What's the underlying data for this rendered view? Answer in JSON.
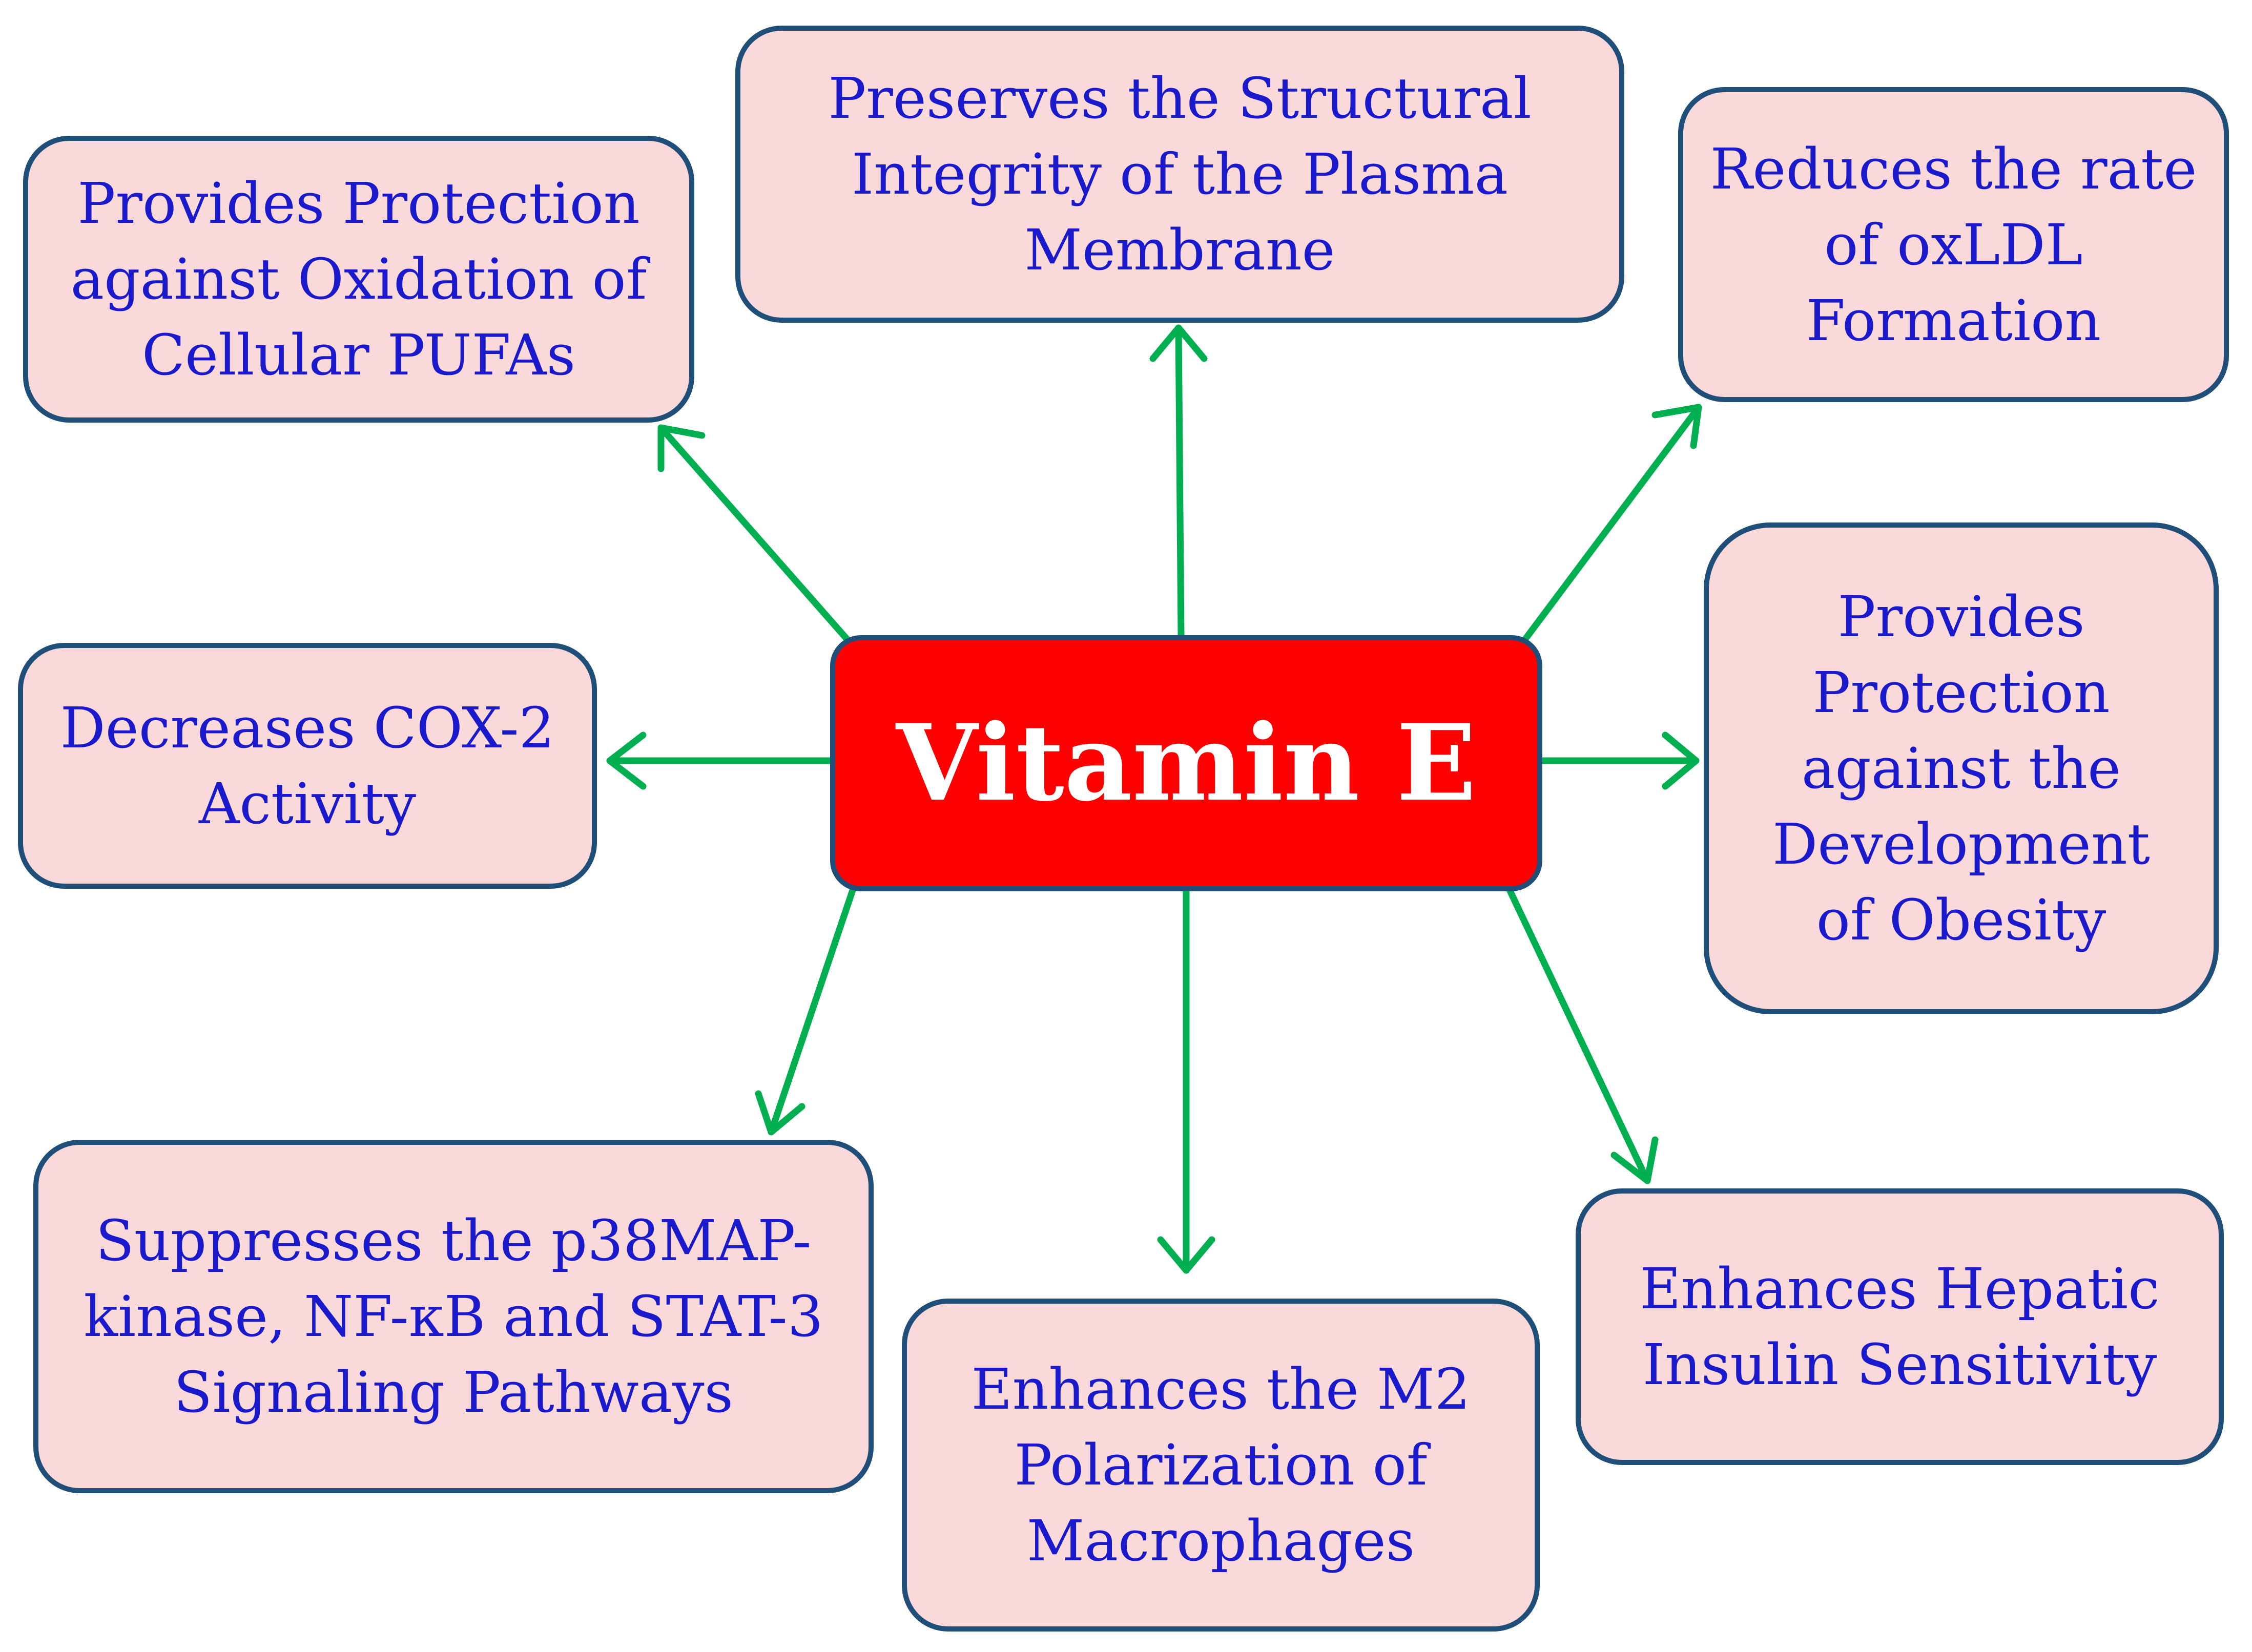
{
  "center": {
    "label": "Vitamin E"
  },
  "effects": [
    {
      "id": "pufa",
      "text": "Provides Protection\nagainst Oxidation of\nCellular PUFAs"
    },
    {
      "id": "membrane",
      "text": "Preserves the Structural\nIntegrity of the Plasma\nMembrane"
    },
    {
      "id": "oxldl",
      "text": "Reduces the rate\nof oxLDL\nFormation"
    },
    {
      "id": "cox2",
      "text": "Decreases COX-2\nActivity"
    },
    {
      "id": "obesity",
      "text": "Provides\nProtection\nagainst the\nDevelopment\nof Obesity"
    },
    {
      "id": "signaling",
      "text": "Suppresses the p38MAP-\nkinase, NF-κB and STAT-3\nSignaling Pathways"
    },
    {
      "id": "m2",
      "text": "Enhances the M2\nPolarization of\nMacrophages"
    },
    {
      "id": "insulin",
      "text": "Enhances Hepatic\nInsulin Sensitivity"
    }
  ],
  "colors": {
    "center_fill": "#ff0000",
    "box_fill": "#f9d9d9",
    "box_border": "#1f4e79",
    "text": "#1a1acc",
    "arrow": "#00b050"
  }
}
